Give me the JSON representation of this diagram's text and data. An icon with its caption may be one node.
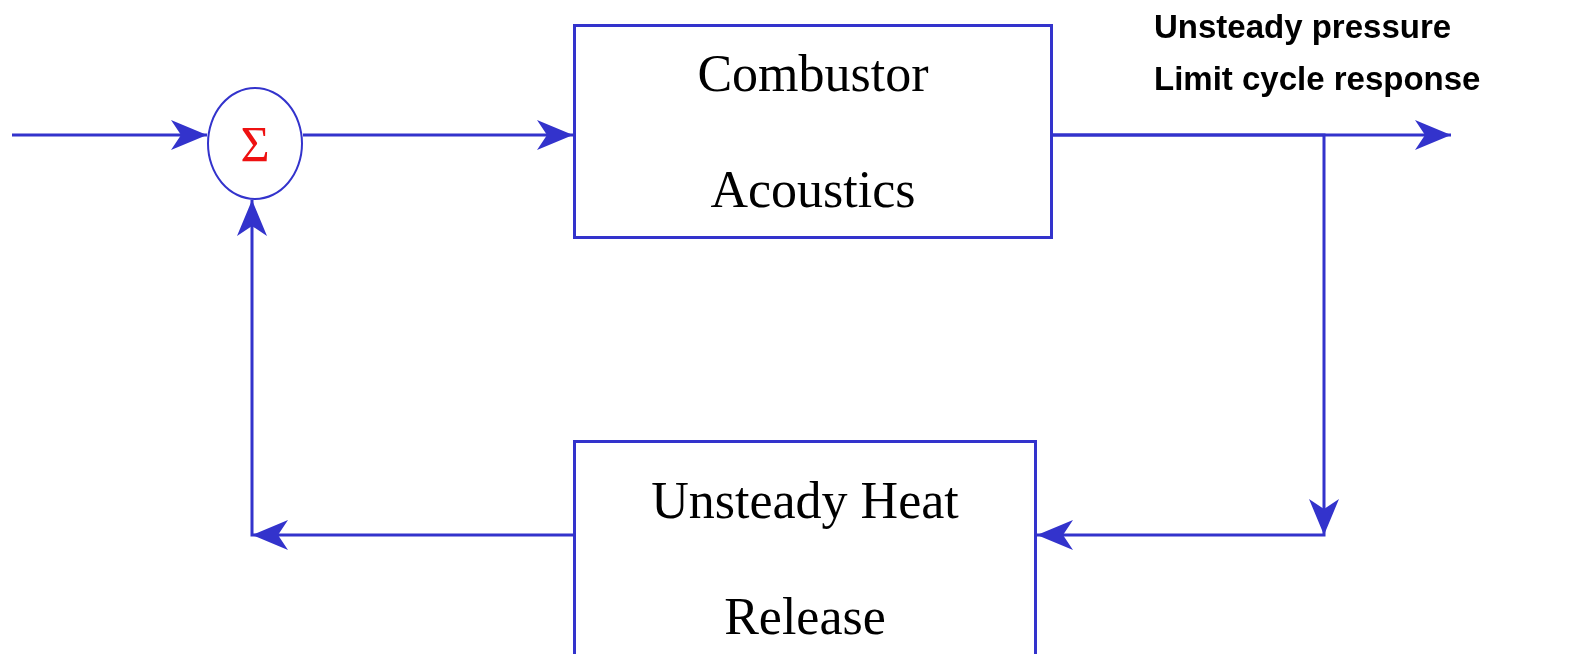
{
  "diagram": {
    "nodes": [
      {
        "text": [
          "Σ"
        ]
      },
      {
        "text": [
          "Combustor Acoustics"
        ]
      },
      {
        "text": [
          "Unsteady Heat Release"
        ]
      }
    ],
    "edges": [
      {
        "from": null,
        "to": 0,
        "arrow": "to"
      },
      {
        "from": 0,
        "to": 1,
        "arrow": "to"
      },
      {
        "from": 1,
        "to": null,
        "arrow": "to"
      },
      {
        "from": 1,
        "to": 2,
        "arrow": "to"
      },
      {
        "from": 2,
        "to": 0,
        "arrow": "to"
      }
    ],
    "labels": [
      "Unsteady pressure",
      "Limit cycle response"
    ]
  }
}
